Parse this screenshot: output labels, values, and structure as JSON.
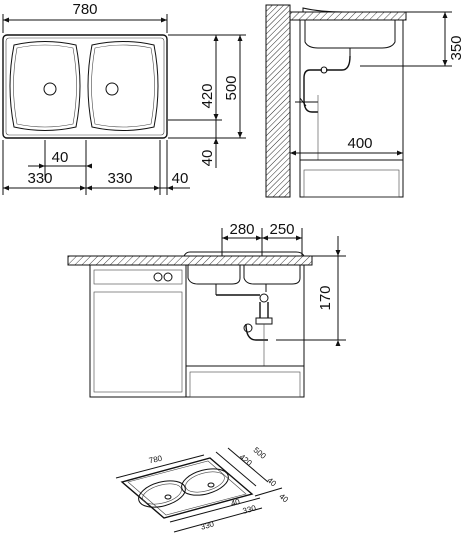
{
  "top_view": {
    "width_total": "780",
    "height_total": "500",
    "height_bowl": "420",
    "bottom_margin": "40",
    "left_margin": "40",
    "bowl_left": "330",
    "bowl_right": "330",
    "right_margin": "40"
  },
  "side_view": {
    "height_drain": "350",
    "wall_offset": "400"
  },
  "front_view": {
    "bowl_a": "280",
    "bowl_b": "250",
    "depth": "170"
  },
  "iso_view": {
    "len": "780",
    "w500": "500",
    "w420": "420",
    "m40a": "40",
    "m40b": "40",
    "b330a": "330",
    "b330b": "330",
    "m40c": "40"
  }
}
